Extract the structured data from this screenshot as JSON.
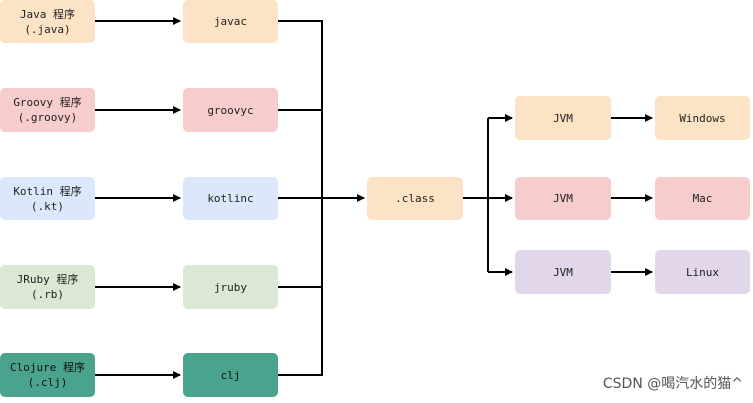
{
  "sources": [
    {
      "label": "Java 程序\n(.java)"
    },
    {
      "label": "Groovy 程序\n(.groovy)"
    },
    {
      "label": "Kotlin 程序\n(.kt)"
    },
    {
      "label": "JRuby 程序\n(.rb)"
    },
    {
      "label": "Clojure 程序\n(.clj)"
    }
  ],
  "compilers": [
    {
      "label": "javac"
    },
    {
      "label": "groovyc"
    },
    {
      "label": "kotlinc"
    },
    {
      "label": "jruby"
    },
    {
      "label": "clj"
    }
  ],
  "bytecode": {
    "label": ".class"
  },
  "jvms": [
    {
      "label": "JVM"
    },
    {
      "label": "JVM"
    },
    {
      "label": "JVM"
    }
  ],
  "platforms": [
    {
      "label": "Windows"
    },
    {
      "label": "Mac"
    },
    {
      "label": "Linux"
    }
  ],
  "watermark": "CSDN @喝汽水的猫^",
  "colors": {
    "orange": "#fde3c6",
    "red": "#f6cccc",
    "blue": "#dbe8fb",
    "green": "#dbe8d4",
    "purple": "#e1d6ea",
    "teal": "#4aa38c"
  }
}
